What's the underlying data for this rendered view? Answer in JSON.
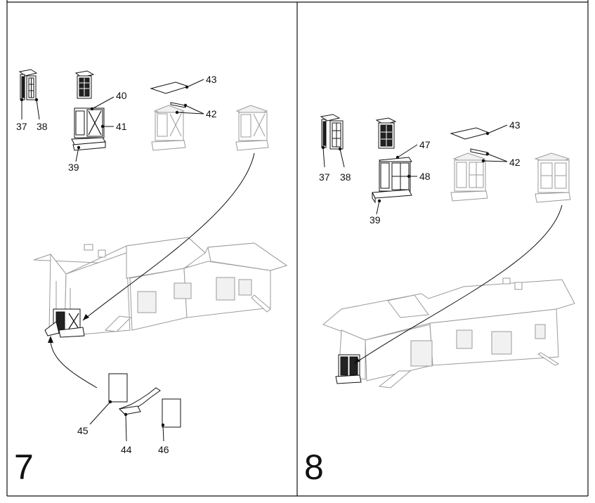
{
  "steps": [
    {
      "number": "7",
      "callouts": [
        "37",
        "38",
        "40",
        "41",
        "39",
        "43",
        "42",
        "45",
        "44",
        "46"
      ]
    },
    {
      "number": "8",
      "callouts": [
        "37",
        "38",
        "47",
        "48",
        "39",
        "43",
        "42"
      ]
    }
  ]
}
